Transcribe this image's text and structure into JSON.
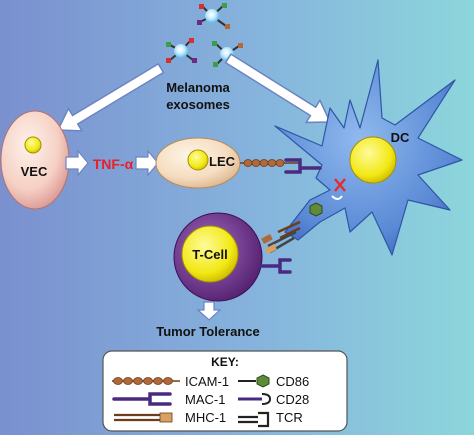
{
  "diagram": {
    "stimulus": {
      "line1": "Melanoma",
      "line2": "exosomes"
    },
    "cells": {
      "vec": "VEC",
      "lec": "LEC",
      "dc": "DC",
      "tcell": "T-Cell"
    },
    "cytokine": "TNF-α",
    "outcome": "Tumor Tolerance"
  },
  "key": {
    "title": "KEY:",
    "items": [
      {
        "label": "ICAM-1",
        "icon": "icam-1-icon"
      },
      {
        "label": "CD86",
        "icon": "cd86-icon"
      },
      {
        "label": "MAC-1",
        "icon": "mac-1-icon"
      },
      {
        "label": "CD28",
        "icon": "cd28-icon"
      },
      {
        "label": "MHC-1",
        "icon": "mhc-1-icon"
      },
      {
        "label": "TCR",
        "icon": "tcr-icon"
      }
    ]
  },
  "colors": {
    "background_left": "#7a96d2",
    "background_right": "#86d2da",
    "dc_body": "#5e8fd6",
    "nucleus": "#f2ea1a",
    "tcell": "#6a2a86",
    "cytokine": "#e8202a",
    "icam": "#b0693a",
    "cd86": "#5e8a3a"
  }
}
